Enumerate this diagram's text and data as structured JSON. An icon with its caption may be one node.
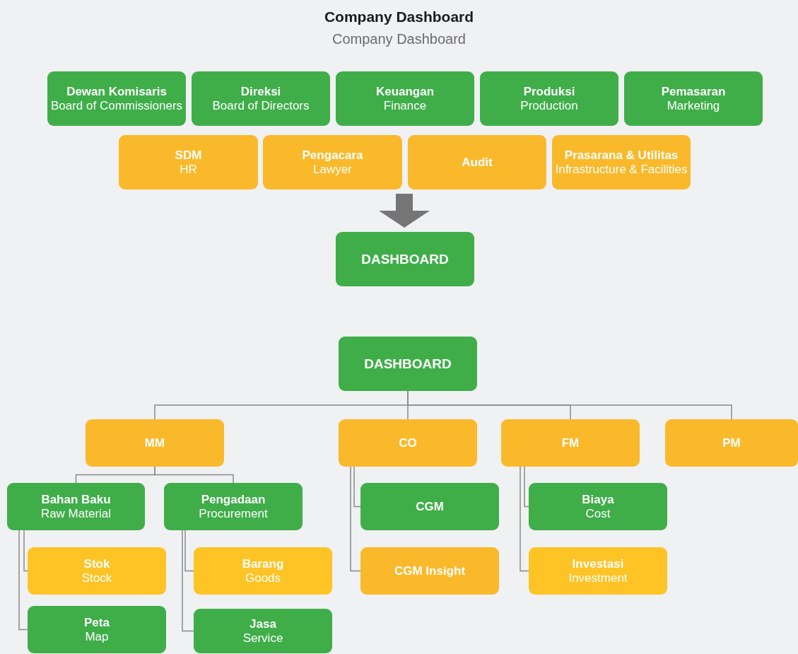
{
  "diagram": {
    "title": "Company Dashboard",
    "nodes": [
      {
        "text": [
          "Dewan Komisaris",
          "Board of Commissioners"
        ]
      },
      {
        "text": [
          "Direksi",
          "Board of Directors"
        ]
      },
      {
        "text": [
          "Keuangan",
          "Finance"
        ]
      },
      {
        "text": [
          "Produksi",
          "Production"
        ]
      },
      {
        "text": [
          "Pemasaran",
          "Marketing"
        ]
      },
      {
        "text": [
          "SDM",
          "HR"
        ]
      },
      {
        "text": [
          "Pengacara",
          "Lawyer"
        ]
      },
      {
        "text": [
          "Audit"
        ]
      },
      {
        "text": [
          "Prasarana & Utilitas",
          "Infrastructure & Facilities"
        ]
      },
      {
        "text": [
          "DASHBOARD"
        ]
      },
      {
        "text": [
          "DASHBOARD"
        ]
      },
      {
        "text": [
          "MM"
        ]
      },
      {
        "text": [
          "CO"
        ]
      },
      {
        "text": [
          "FM"
        ]
      },
      {
        "text": [
          "PM"
        ]
      },
      {
        "text": [
          "Bahan Baku",
          "Raw Material"
        ]
      },
      {
        "text": [
          "Pengadaan",
          "Procurement"
        ]
      },
      {
        "text": [
          "Stok",
          "Stock"
        ]
      },
      {
        "text": [
          "Peta",
          "Map"
        ]
      },
      {
        "text": [
          "Barang",
          "Goods"
        ]
      },
      {
        "text": [
          "Jasa",
          "Service"
        ]
      },
      {
        "text": [
          "CGM"
        ]
      },
      {
        "text": [
          "CGM Insight"
        ]
      },
      {
        "text": [
          "Biaya",
          "Cost"
        ]
      },
      {
        "text": [
          "Investasi",
          "Investment"
        ]
      }
    ],
    "edges": [
      {
        "from": null,
        "to": 9,
        "arrow": "to",
        "style": "thick",
        "color": "#757575"
      },
      {
        "from": 10,
        "to": 11,
        "arrow": "none"
      },
      {
        "from": 10,
        "to": 12,
        "arrow": "none"
      },
      {
        "from": 10,
        "to": 13,
        "arrow": "none"
      },
      {
        "from": 10,
        "to": 14,
        "arrow": "none"
      },
      {
        "from": 11,
        "to": 15,
        "arrow": "none"
      },
      {
        "from": 11,
        "to": 16,
        "arrow": "none"
      },
      {
        "from": 15,
        "to": 17,
        "arrow": "none"
      },
      {
        "from": 15,
        "to": 18,
        "arrow": "none"
      },
      {
        "from": 16,
        "to": 19,
        "arrow": "none"
      },
      {
        "from": 16,
        "to": 20,
        "arrow": "none"
      },
      {
        "from": 12,
        "to": 21,
        "arrow": "none"
      },
      {
        "from": 12,
        "to": 22,
        "arrow": "none"
      },
      {
        "from": 13,
        "to": 23,
        "arrow": "none"
      },
      {
        "from": 13,
        "to": 24,
        "arrow": "none"
      }
    ],
    "labels": [
      "Company Dashboard"
    ]
  }
}
